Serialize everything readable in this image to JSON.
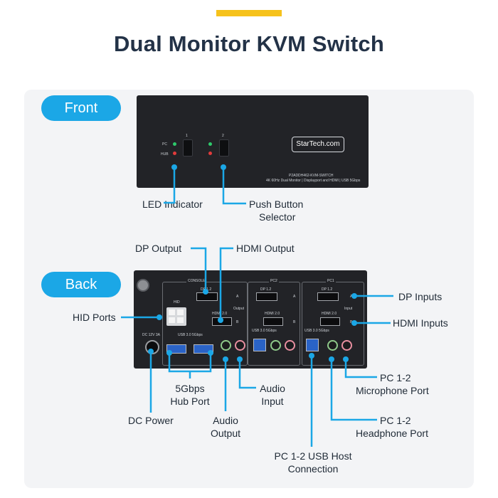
{
  "header": {
    "title": "Dual Monitor KVM Switch",
    "accent_color": "#f6c21c"
  },
  "colors": {
    "pill": "#1ba7e6",
    "leader": "#1ba7e6",
    "device": "#222327",
    "panel": "#f3f4f6",
    "title": "#233247"
  },
  "front": {
    "pill_label": "Front",
    "led_pc": "PC",
    "led_hub": "HUB",
    "button_1": "1",
    "button_2": "2",
    "brand": "StarTech.com",
    "model": "P2ADDH462-KVM-SWITCH",
    "desc": "4K 60Hz Dual Monitor | Displayport and HDMI | USB 5Gbps",
    "callouts": {
      "led": "LED Indicator",
      "push_1": "Push Button",
      "push_2": "Selector"
    }
  },
  "back": {
    "pill_label": "Back",
    "sections": {
      "console": "CONSOLE",
      "pc2": "PC2",
      "pc1": "PC1"
    },
    "port_labels": {
      "dp12_a": "DP 1.2",
      "dp12_b": "DP 1.2",
      "dp12_c": "DP 1.2",
      "hdmi_a": "HDMI 2.0",
      "hdmi_b": "HDMI 2.0",
      "hdmi_c": "HDMI 2.0",
      "output": "Output",
      "input": "Input",
      "hid": "HID",
      "usb30_hub": "USB 3.0 5Gbps",
      "usb30_pc2": "USB 3.0 5Gbps",
      "usb30_pc1": "USB 3.0 5Gbps",
      "dc": "DC 12V 3A",
      "a1": "A",
      "a2": "A",
      "a3": "A",
      "b1": "B",
      "b2": "B",
      "b3": "B"
    },
    "callouts": {
      "dp_output": "DP Output",
      "hdmi_output": "HDMI Output",
      "dp_inputs": "DP Inputs",
      "hid_ports": "HID Ports",
      "hdmi_inputs": "HDMI Inputs",
      "hub_1": "5Gbps",
      "hub_2": "Hub Port",
      "dc_power": "DC Power",
      "audio_input_1": "Audio",
      "audio_input_2": "Input",
      "audio_output_1": "Audio",
      "audio_output_2": "Output",
      "mic_1": "PC 1-2",
      "mic_2": "Microphone Port",
      "hp_1": "PC 1-2",
      "hp_2": "Headphone Port",
      "usb_host_1": "PC 1-2 USB Host",
      "usb_host_2": "Connection"
    }
  }
}
